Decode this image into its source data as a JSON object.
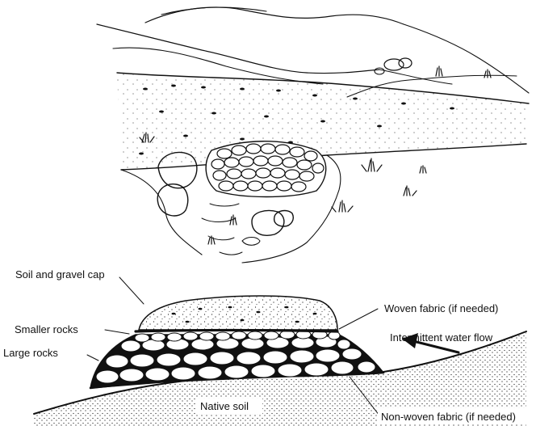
{
  "labels": {
    "soil_gravel_cap": "Soil and gravel cap",
    "smaller_rocks": "Smaller rocks",
    "large_rocks": "Large rocks",
    "woven_fabric": "Woven fabric (if needed)",
    "water_flow": "Intermittent water flow",
    "native_soil": "Native soil",
    "nonwoven_fabric": "Non-woven fabric (if needed)"
  },
  "colors": {
    "ink": "#111111",
    "paper": "#ffffff"
  }
}
